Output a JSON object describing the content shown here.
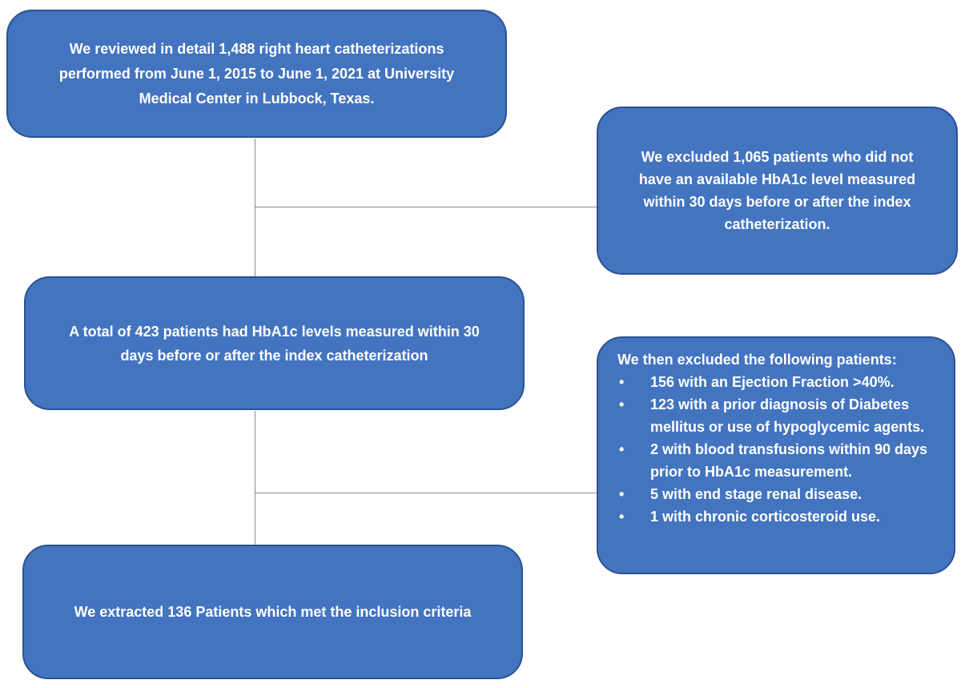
{
  "diagram": {
    "type": "flowchart",
    "description": "Patient selection flow for right heart catheterization HbA1c study",
    "colors": {
      "box_fill": "#4374bf",
      "box_border": "#2a5291",
      "text": "#ffffff",
      "connector": "#8a8a8a",
      "background": "#ffffff"
    },
    "bullet_glyph": "•",
    "boxes": [
      {
        "id": "reviewed-catheterizations",
        "lines": [
          "We reviewed in detail 1,488 right heart catheterizations",
          "performed from June 1, 2015 to June 1, 2021 at University",
          "Medical Center in Lubbock, Texas."
        ]
      },
      {
        "id": "excluded-no-hba1c",
        "lines": [
          "We excluded 1,065 patients who did not",
          "have an available HbA1c level measured",
          "within 30 days before or after the index",
          "catheterization."
        ]
      },
      {
        "id": "total-hba1c-measured",
        "lines": [
          "A total of 423 patients had HbA1c levels measured within 30",
          "days before or after the index catheterization"
        ]
      },
      {
        "id": "excluded-criteria",
        "header": "We then excluded the following patients:",
        "bullets": [
          "156 with an Ejection Fraction >40%.",
          "123 with a prior diagnosis of Diabetes mellitus or use of hypoglycemic agents.",
          "2 with blood transfusions within 90 days prior to HbA1c measurement.",
          "5 with end stage renal disease.",
          "1 with chronic corticosteroid use."
        ]
      },
      {
        "id": "extracted-patients",
        "text": "We extracted 136 Patients which met the inclusion criteria"
      }
    ]
  }
}
